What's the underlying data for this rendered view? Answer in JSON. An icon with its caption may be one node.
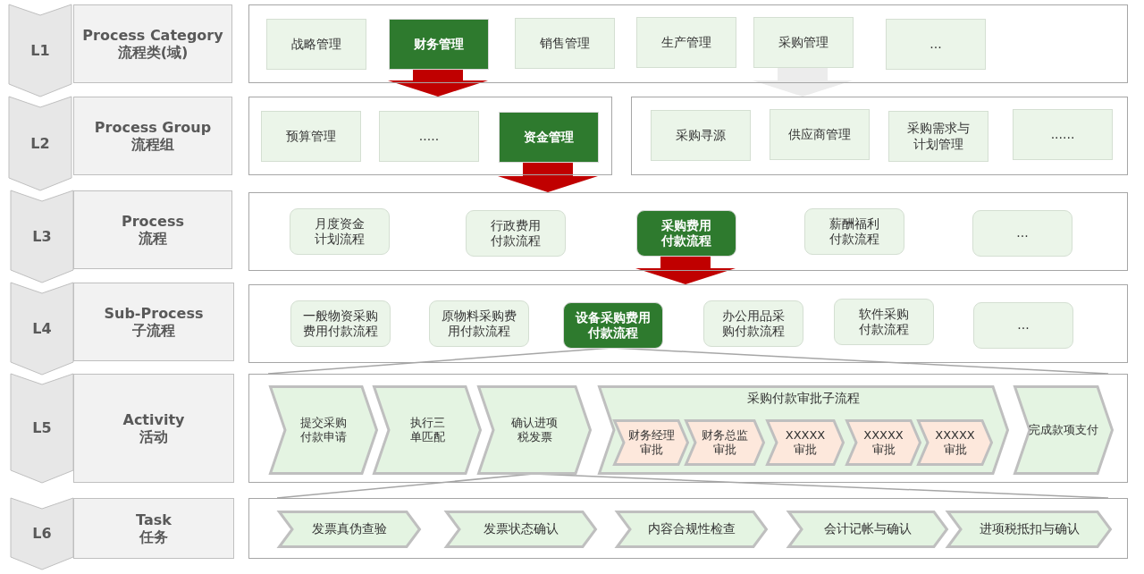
{
  "diagram": {
    "nodes": [
      {
        "text": [
          "L1"
        ]
      },
      {
        "text": [
          "Process Category",
          "流程类(域)"
        ]
      },
      {
        "text": [],
        "shape": "box"
      },
      {
        "text": [
          "战略管理"
        ],
        "in": 2
      },
      {
        "text": [
          "财务管理"
        ],
        "in": 2
      },
      {
        "text": [
          "销售管理"
        ],
        "in": 2
      },
      {
        "text": [
          "生产管理"
        ],
        "in": 2
      },
      {
        "text": [
          "采购管理"
        ],
        "in": 2
      },
      {
        "text": [
          "..."
        ],
        "in": 2
      },
      {
        "text": [
          "L2"
        ]
      },
      {
        "text": [
          "Process Group",
          "流程组"
        ]
      },
      {
        "text": [],
        "shape": "box"
      },
      {
        "text": [
          "预算管理"
        ],
        "in": 11
      },
      {
        "text": [
          "....."
        ],
        "in": 11
      },
      {
        "text": [
          "资金管理"
        ],
        "in": 11
      },
      {
        "text": [],
        "shape": "box"
      },
      {
        "text": [
          "采购寻源"
        ],
        "in": 15
      },
      {
        "text": [
          "供应商管理"
        ],
        "in": 15
      },
      {
        "text": [
          "采购需求与计划管理"
        ],
        "in": 15
      },
      {
        "text": [
          "......"
        ],
        "in": 15
      },
      {
        "text": [
          "L3"
        ]
      },
      {
        "text": [
          "Process",
          "流程"
        ]
      },
      {
        "text": [],
        "shape": "box"
      },
      {
        "text": [
          "月度资金计划流程"
        ],
        "in": 22
      },
      {
        "text": [
          "行政费用付款流程"
        ],
        "in": 22
      },
      {
        "text": [
          "采购费用付款流程"
        ],
        "in": 22
      },
      {
        "text": [
          "薪酬福利付款流程"
        ],
        "in": 22
      },
      {
        "text": [
          "..."
        ],
        "in": 22
      },
      {
        "text": [
          "L4"
        ]
      },
      {
        "text": [
          "Sub-Process",
          "子流程"
        ]
      },
      {
        "text": [],
        "shape": "box"
      },
      {
        "text": [
          "一般物资采购费用付款流程"
        ],
        "in": 30
      },
      {
        "text": [
          "原物料采购费用付款流程"
        ],
        "in": 30
      },
      {
        "text": [
          "设备采购费用付款流程"
        ],
        "in": 30
      },
      {
        "text": [
          "办公用品采购付款流程"
        ],
        "in": 30
      },
      {
        "text": [
          "软件采购付款流程"
        ],
        "in": 30
      },
      {
        "text": [
          "..."
        ],
        "in": 30
      },
      {
        "text": [
          "L5"
        ]
      },
      {
        "text": [
          "Activity",
          "活动"
        ]
      },
      {
        "text": [],
        "shape": "box"
      },
      {
        "text": [
          "提交采购付款申请"
        ],
        "in": 39
      },
      {
        "text": [
          "执行三单匹配"
        ],
        "in": 39
      },
      {
        "text": [
          "确认进项税发票"
        ],
        "in": 39
      },
      {
        "text": [
          "采购付款审批子流程"
        ],
        "in": 39
      },
      {
        "text": [
          "财务经理审批"
        ],
        "in": 43
      },
      {
        "text": [
          "财务总监审批"
        ],
        "in": 43
      },
      {
        "text": [
          "XXXXX审批"
        ],
        "in": 43
      },
      {
        "text": [
          "XXXXX审批"
        ],
        "in": 43
      },
      {
        "text": [
          "XXXXX审批"
        ],
        "in": 43
      },
      {
        "text": [
          "完成款项支付"
        ],
        "in": 39
      },
      {
        "text": [
          "L6"
        ]
      },
      {
        "text": [
          "Task",
          "任务"
        ]
      },
      {
        "text": [],
        "shape": "box"
      },
      {
        "text": [
          "发票真伪查验"
        ],
        "in": 52
      },
      {
        "text": [
          "发票状态确认"
        ],
        "in": 52
      },
      {
        "text": [
          "内容合规性检查"
        ],
        "in": 52
      },
      {
        "text": [
          "会计记帐与确认"
        ],
        "in": 52
      },
      {
        "text": [
          "进项税抵扣与确认"
        ],
        "in": 52
      }
    ],
    "edges": [
      {
        "from": 4,
        "to": 11,
        "arrow": "to",
        "style": "thick",
        "color": "#c00000"
      },
      {
        "from": 7,
        "to": 15,
        "arrow": "to",
        "style": "thick",
        "color": "#ececec"
      },
      {
        "from": 14,
        "to": 22,
        "arrow": "to",
        "style": "thick",
        "color": "#c00000"
      },
      {
        "from": 25,
        "to": 30,
        "arrow": "to",
        "style": "thick",
        "color": "#c00000"
      },
      {
        "from": 33,
        "to": 39,
        "arrow": "none"
      },
      {
        "from": 33,
        "to": 39,
        "arrow": "none"
      },
      {
        "from": 42,
        "to": 52,
        "arrow": "none"
      },
      {
        "from": 42,
        "to": 52,
        "arrow": "none"
      }
    ]
  }
}
